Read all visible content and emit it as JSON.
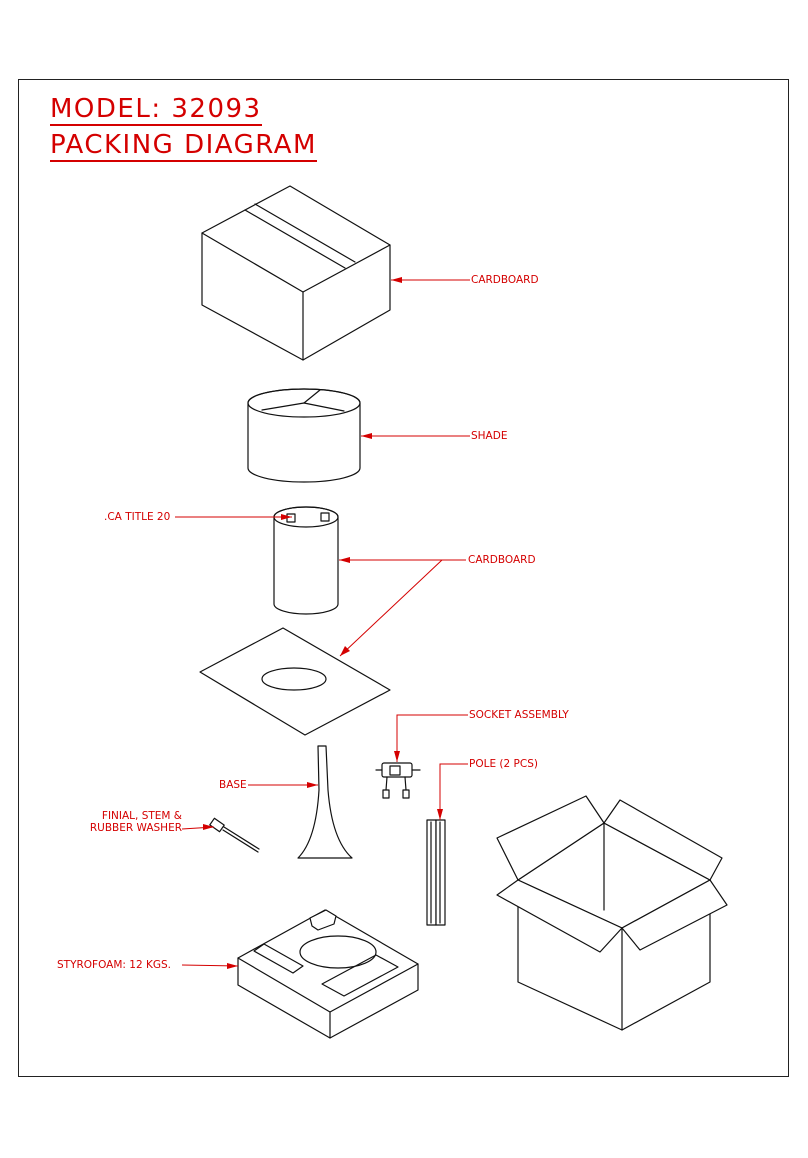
{
  "title": {
    "model": "MODEL: 32093",
    "subtitle": "PACKING DIAGRAM"
  },
  "callouts": {
    "cardboard_top": "CARDBOARD",
    "shade": "SHADE",
    "ca_title": ".CA TITLE 20",
    "cardboard_mid": "CARDBOARD",
    "socket_assembly": "SOCKET ASSEMBLY",
    "pole": "POLE (2 PCS)",
    "base": "BASE",
    "finial_line1": "FINIAL, STEM &",
    "finial_line2": "RUBBER WASHER",
    "styrofoam": "STYROFOAM: 12 KGS."
  },
  "colors": {
    "accent": "#d40000",
    "ink": "#111111"
  }
}
